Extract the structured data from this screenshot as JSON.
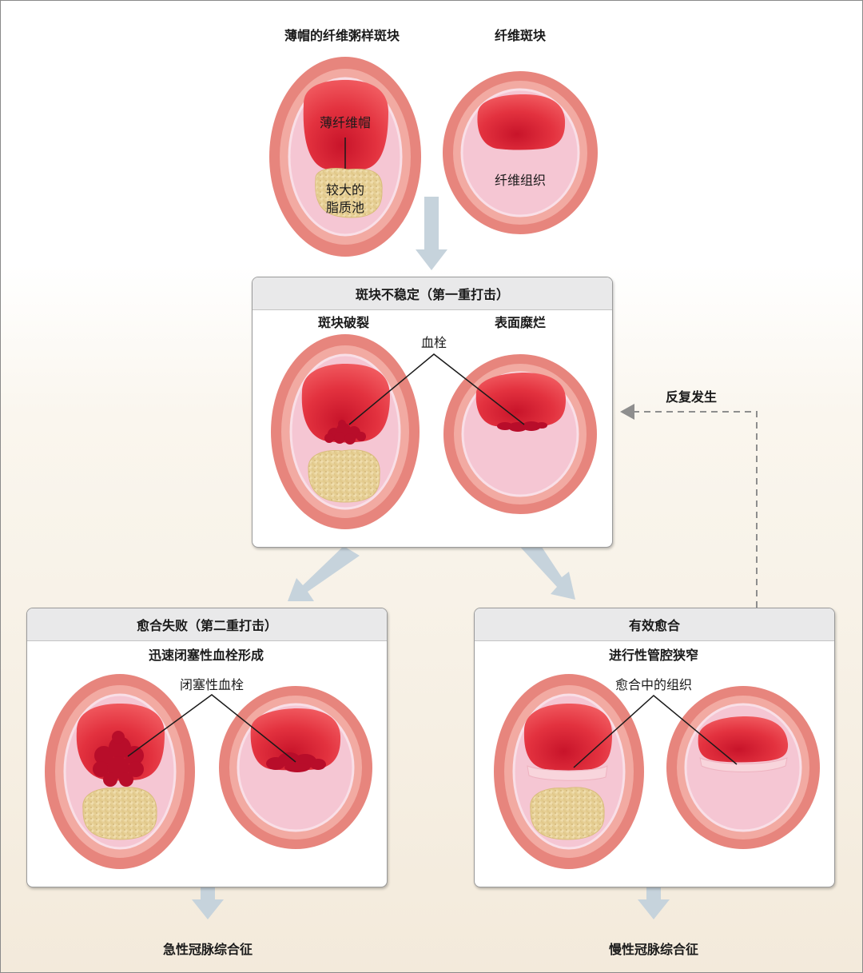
{
  "top": {
    "left_title": "薄帽的纤维粥样斑块",
    "right_title": "纤维斑块",
    "thin_cap_label": "薄纤维帽",
    "lipid_pool_label_line1": "较大的",
    "lipid_pool_label_line2": "脂质池",
    "fibrous_tissue_label": "纤维组织"
  },
  "middle": {
    "header": "斑块不稳定（第一重打击）",
    "left_title": "斑块破裂",
    "right_title": "表面糜烂",
    "thrombus_label": "血栓"
  },
  "recurrence_label": "反复发生",
  "bottom_left": {
    "header": "愈合失败（第二重打击）",
    "subtitle": "迅速闭塞性血栓形成",
    "occlusive_label": "闭塞性血栓",
    "outcome": "急性冠脉综合征"
  },
  "bottom_right": {
    "header": "有效愈合",
    "subtitle": "进行性管腔狭窄",
    "healing_label": "愈合中的组织",
    "outcome": "慢性冠脉综合征"
  },
  "colors": {
    "adventitia": "#e7857d",
    "media": "#f2aaa2",
    "intima": "#f5c6d3",
    "lumen": "#e63b48",
    "lipid": "#ecd8a3",
    "thrombus": "#c8102e",
    "arrow": "#c6d3dc"
  }
}
